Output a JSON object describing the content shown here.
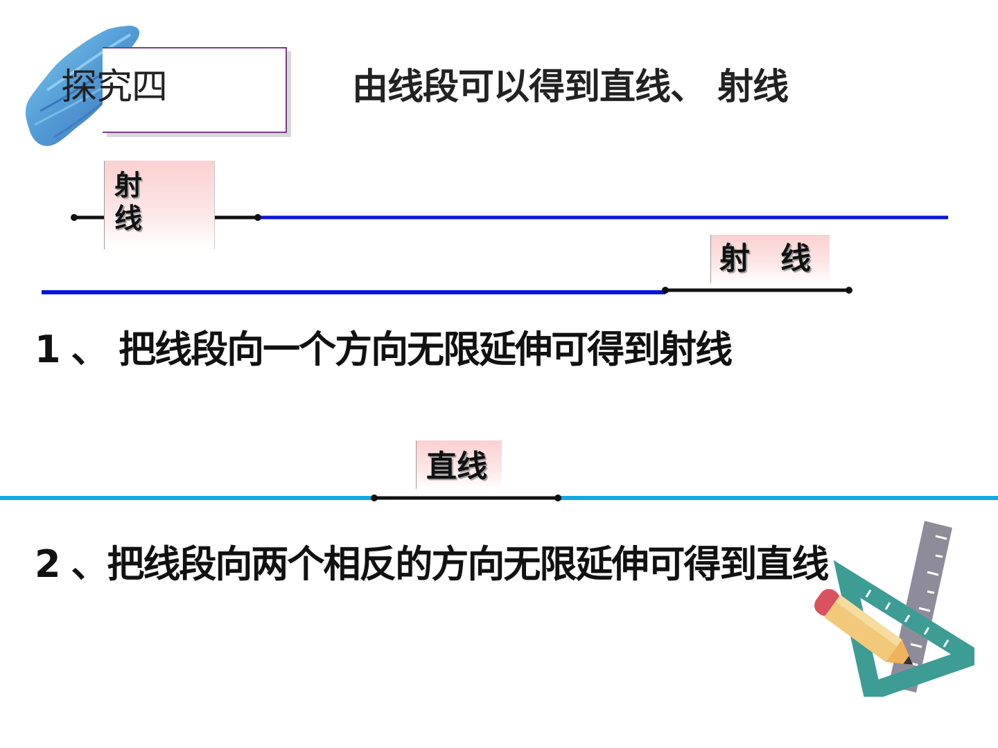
{
  "header": {
    "label": "探究四",
    "title": "由线段可以得到直线、 射线"
  },
  "labels": {
    "ray_top": "射\n线",
    "ray_bottom": "射　线",
    "line": "直线"
  },
  "statements": {
    "first": "1 、 把线段向一个方向无限延伸可得到射线",
    "second": "2 、把线段向两个相反的方向无限延伸可得到直线"
  },
  "colors": {
    "segment": "#111111",
    "ray_blue": "#0a14d8",
    "line_cyan": "#12a8e6",
    "label_pink": "#fbd0d0",
    "header_border": "#7a3a8a",
    "brush_blue": "#3f8fd0"
  },
  "decorations": {
    "brush": "blue-brush-stroke",
    "tools": "ruler-triangle-pencil-icon"
  }
}
